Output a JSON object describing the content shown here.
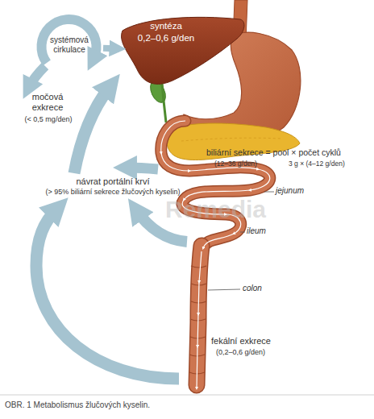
{
  "diagram": {
    "caption": "OBR. 1 Metabolismus žlučových kyselin.",
    "nodes": [
      {
        "text": [
          "systémová cirkulace"
        ]
      },
      {
        "text": [
          "syntéza",
          "0,2–0,6 g/den"
        ]
      }
    ],
    "edges": [
      {
        "from": 0,
        "to": 1,
        "arrow": "to"
      }
    ],
    "labels": [
      "močová exkrece",
      "(< 0,5 mg/den)",
      "biliární sekrece = pool × počet cyklů",
      "(12–36 g/den)",
      "3 g × (4–12 g/den)",
      "návrat portální krví",
      "(> 95% biliární sekrece žlučových kyselin)",
      "jejunum",
      "ileum",
      "colon",
      "fekální exkrece",
      "(0,2–0,6 g/den)",
      "Remedia"
    ]
  }
}
